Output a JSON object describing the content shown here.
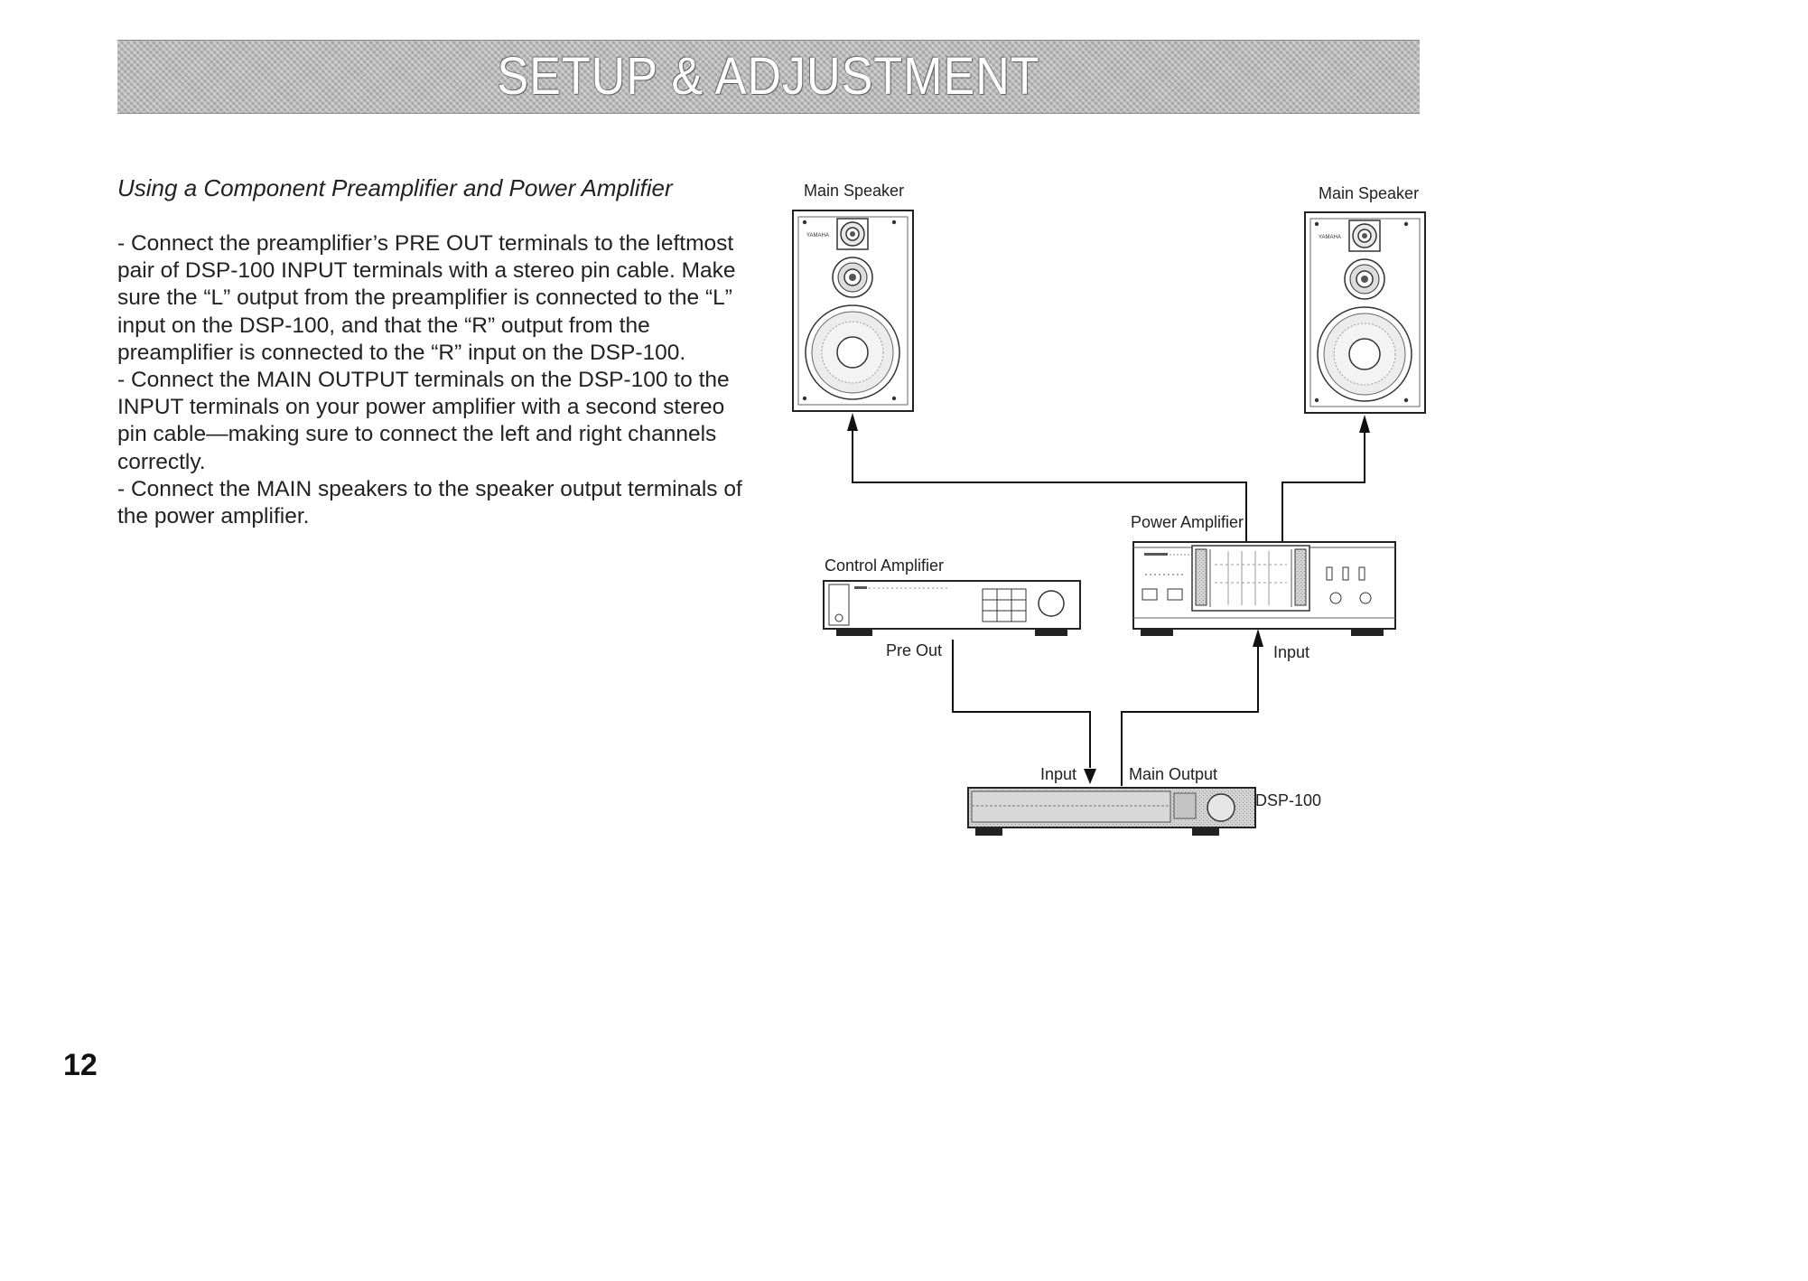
{
  "header": {
    "title": "SETUP & ADJUSTMENT"
  },
  "section": {
    "subtitle": "Using a Component Preamplifier and Power Amplifier",
    "paragraphs": [
      "- Connect the preamplifier’s PRE OUT terminals to the leftmost pair of DSP-100 INPUT terminals with a stereo pin cable. Make sure the “L” output from the preamplifier is connected to the “L” input on the DSP-100, and that the “R” output from the preamplifier is connected to the “R” input on the DSP-100.",
      "- Connect the MAIN OUTPUT terminals on the DSP-100 to the INPUT terminals on your power amplifier with a second stereo pin cable—making sure to connect the left and right channels correctly.",
      "- Connect the MAIN speakers to the speaker output terminals of the power amplifier."
    ]
  },
  "diagram": {
    "left_speaker_label": "Main Speaker",
    "right_speaker_label": "Main Speaker",
    "power_amp_label": "Power Amplifier",
    "control_amp_label": "Control Amplifier",
    "pre_out_label": "Pre Out",
    "power_amp_input_label": "Input",
    "dsp_input_label": "Input",
    "dsp_main_output_label": "Main Output",
    "dsp_label": "DSP-100",
    "speaker_brand": "YAMAHA"
  },
  "footer": {
    "page_number": "12"
  }
}
